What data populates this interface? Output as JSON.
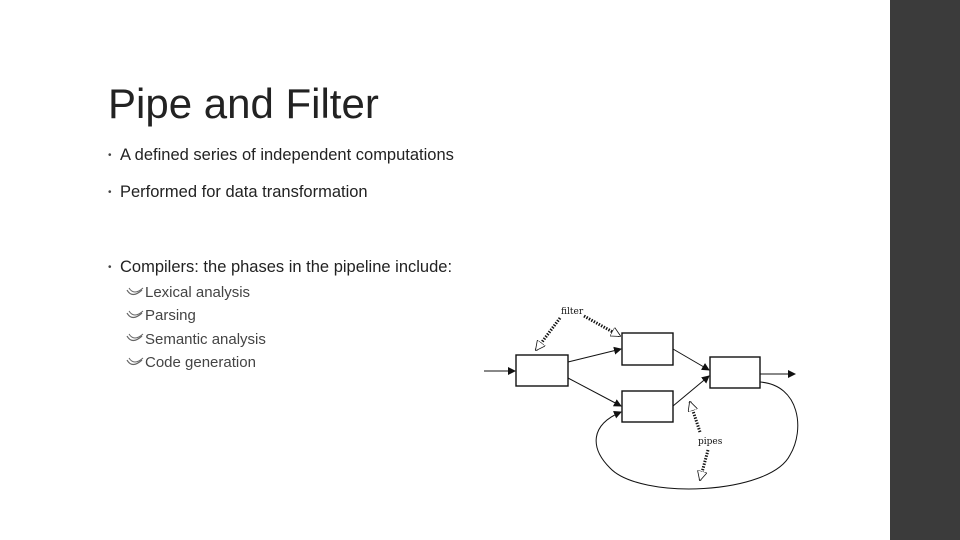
{
  "slide": {
    "title": "Pipe and Filter",
    "bullets": [
      "A defined series of independent computations",
      "Performed for data transformation",
      "Compilers: the phases in the pipeline include:"
    ],
    "sub_bullets": [
      "Lexical analysis",
      "Parsing",
      "Semantic analysis",
      "Code generation"
    ],
    "bullet_glyph": "•",
    "sub_bullet_icon": "swoosh-arrow-icon"
  },
  "diagram": {
    "filter_label": "filter",
    "pipes_label": "pipes"
  },
  "colors": {
    "side_bar": "#3b3b3b",
    "background": "#ffffff",
    "text": "#222222",
    "sub_text": "#444444"
  }
}
